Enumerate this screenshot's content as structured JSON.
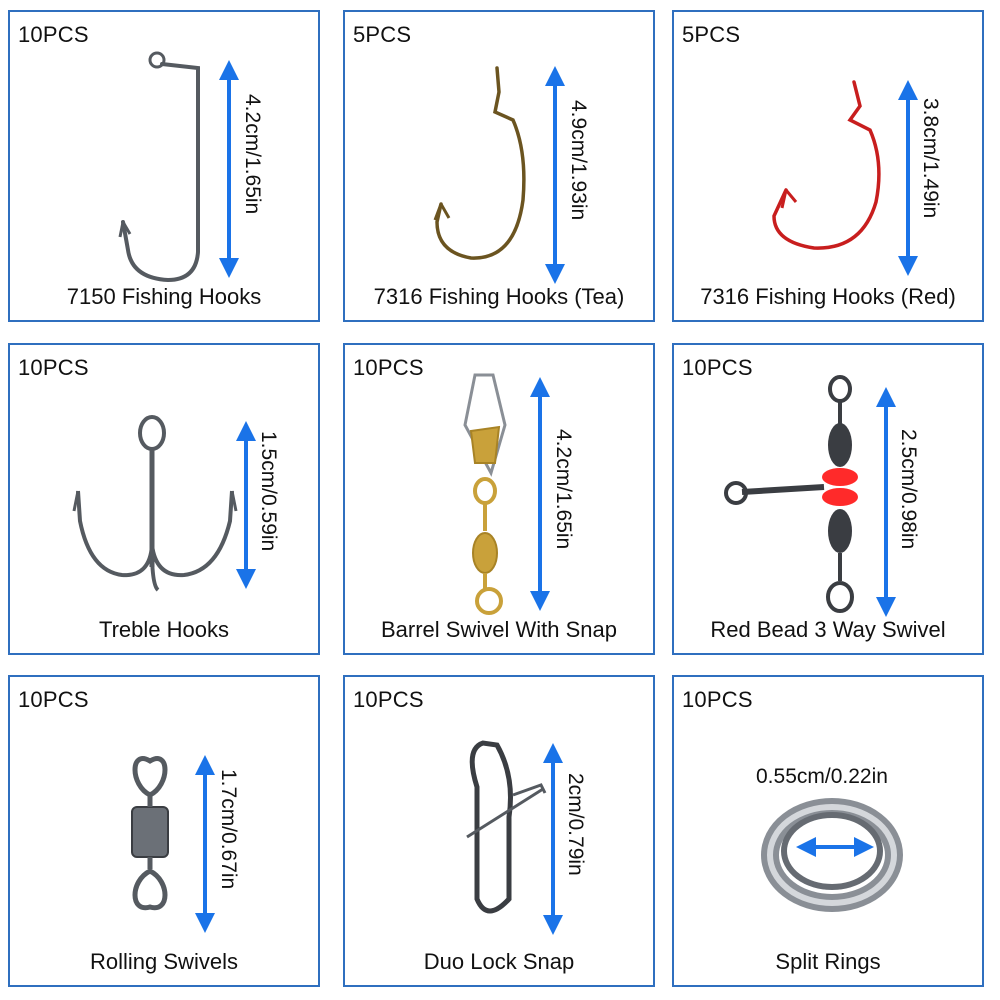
{
  "colors": {
    "border": "#2f6fbf",
    "arrow": "#1a73e8",
    "silver": "#555a60",
    "bronze": "#6b5420",
    "red": "#c81e1e",
    "gold": "#c9a13a",
    "bead": "#ff2a2a"
  },
  "items": [
    {
      "qty": "10PCS",
      "name": "7150 Fishing Hooks",
      "size": "4.2cm/1.65in",
      "icon": "jig-hook-icon"
    },
    {
      "qty": "5PCS",
      "name": "7316 Fishing Hooks (Tea)",
      "size": "4.9cm/1.93in",
      "icon": "offset-worm-hook-bronze-icon"
    },
    {
      "qty": "5PCS",
      "name": "7316 Fishing Hooks (Red)",
      "size": "3.8cm/1.49in",
      "icon": "offset-worm-hook-red-icon"
    },
    {
      "qty": "10PCS",
      "name": "Treble Hooks",
      "size": "1.5cm/0.59in",
      "icon": "treble-hook-icon"
    },
    {
      "qty": "10PCS",
      "name": "Barrel Swivel With Snap",
      "size": "4.2cm/1.65in",
      "icon": "barrel-swivel-snap-icon"
    },
    {
      "qty": "10PCS",
      "name": "Red Bead 3 Way Swivel",
      "size": "2.5cm/0.98in",
      "icon": "three-way-swivel-icon"
    },
    {
      "qty": "10PCS",
      "name": "Rolling Swivels",
      "size": "1.7cm/0.67in",
      "icon": "rolling-swivel-icon"
    },
    {
      "qty": "10PCS",
      "name": "Duo Lock Snap",
      "size": "2cm/0.79in",
      "icon": "duo-lock-snap-icon"
    },
    {
      "qty": "10PCS",
      "name": "Split Rings",
      "size": "0.55cm/0.22in",
      "icon": "split-ring-icon"
    }
  ]
}
